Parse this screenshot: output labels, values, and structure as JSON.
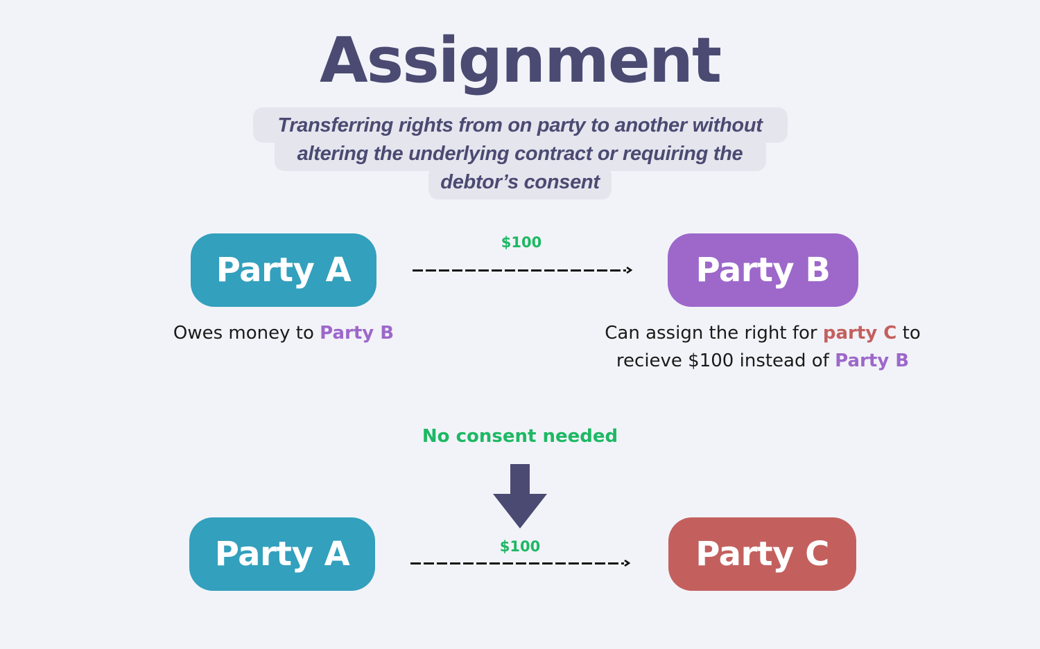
{
  "title": "Assignment",
  "subtitle": {
    "lines": [
      "Transferring rights from on party to another without",
      "altering the underlying contract or requiring the",
      "debtor’s consent"
    ]
  },
  "colors": {
    "background": "#f2f3f8",
    "title": "#4a4a72",
    "subtitle_bg": "#e5e5ee",
    "party_a": "#33a0bd",
    "party_b": "#9d68ca",
    "party_c": "#c3605e",
    "money": "#1db864",
    "arrow": "#4a4a72"
  },
  "top_row": {
    "left_box": "Party A",
    "right_box": "Party B",
    "amount": "$100",
    "left_desc": {
      "prefix": "Owes money to ",
      "highlight": "Party B"
    },
    "right_desc": {
      "line1_prefix": "Can assign the right for ",
      "line1_highlight": "party C",
      "line1_suffix": " to",
      "line2_prefix": "recieve $100 instead of ",
      "line2_highlight": "Party B"
    }
  },
  "transition": {
    "label": "No consent needed",
    "icon": "down-arrow-icon"
  },
  "bottom_row": {
    "left_box": "Party A",
    "right_box": "Party C",
    "amount": "$100"
  }
}
